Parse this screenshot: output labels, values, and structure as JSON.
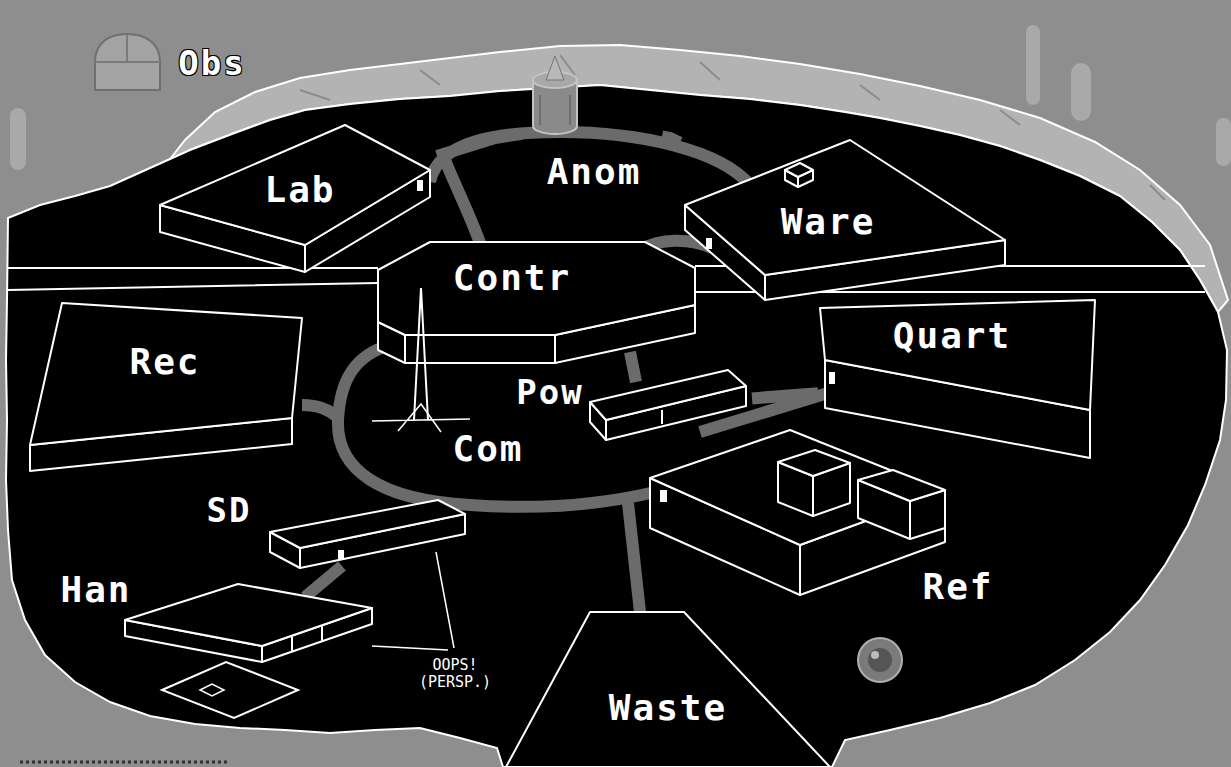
{
  "diagram": {
    "nodes": [
      {
        "text": [
          "Obs"
        ]
      },
      {
        "text": [
          "Lab"
        ]
      },
      {
        "text": [
          "Anom"
        ]
      },
      {
        "text": [
          "Ware"
        ]
      },
      {
        "text": [
          "Contr"
        ]
      },
      {
        "text": [
          "Rec"
        ]
      },
      {
        "text": [
          "Quart"
        ]
      },
      {
        "text": [
          "Pow"
        ]
      },
      {
        "text": [
          "Com"
        ]
      },
      {
        "text": [
          "SD"
        ]
      },
      {
        "text": [
          "Han"
        ]
      },
      {
        "text": [
          "Ref"
        ]
      },
      {
        "text": [
          "Waste"
        ]
      }
    ],
    "edges": [
      {
        "from": 1,
        "to": 2,
        "arrow": "none"
      },
      {
        "from": 2,
        "to": 3,
        "arrow": "none"
      },
      {
        "from": 6,
        "to": 7,
        "arrow": "none"
      }
    ],
    "labels": [
      "OOPS! (PERSP.)"
    ]
  }
}
